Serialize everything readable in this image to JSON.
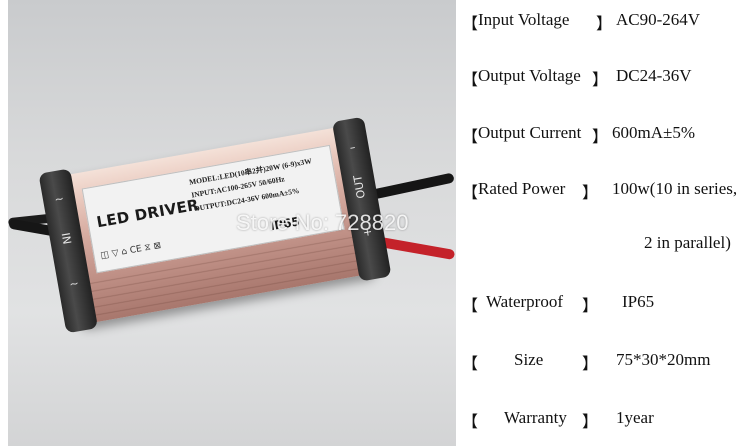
{
  "product": {
    "label_title": "LED DRIVER",
    "label_lines": [
      "MODEL:LED(10串2并)20W (6-9)x3W",
      "INPUT:AC100-265V 50/60Hz",
      "OUTPUT:DC24-36V 600mA±5%"
    ],
    "label_icons": "◫ ▽ ⌂ CE ⧖ ⊠",
    "ip_mark": "IP65",
    "in_marks": [
      "~",
      "IN",
      "~"
    ],
    "out_marks": [
      "–",
      "OUT",
      "+"
    ]
  },
  "watermark": "Store No: 728820",
  "specs": {
    "open_bracket": "【",
    "close_bracket": "】",
    "rows": [
      {
        "label": "Input   Voltage",
        "value": "AC90-264V"
      },
      {
        "label": "Output Voltage",
        "value": "DC24-36V"
      },
      {
        "label": "Output Current",
        "value": "600mA±5%"
      },
      {
        "label": "Rated   Power",
        "value": "100w(10 in series,",
        "value2": "2 in parallel)"
      },
      {
        "label": "Waterproof",
        "value": "IP65"
      },
      {
        "label": "Size",
        "value": "75*30*20mm"
      },
      {
        "label": "Warranty",
        "value": "1year"
      }
    ]
  },
  "colors": {
    "housing": "#d7ada2",
    "red_wire": "#c4222a",
    "black_wire": "#161616"
  }
}
